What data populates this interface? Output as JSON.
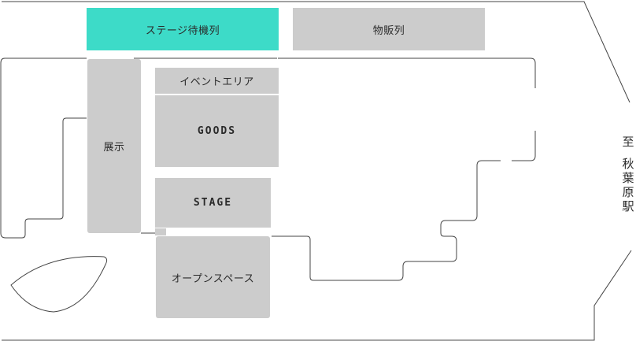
{
  "areas": {
    "queue_stage": "ステージ待機列",
    "queue_merch": "物販列",
    "exhibit": "展示",
    "event_area": "イベントエリア",
    "goods": "GOODS",
    "stage": "STAGE",
    "open_space": "オープンスペース"
  },
  "direction": {
    "to": "至",
    "station": [
      "秋",
      "葉",
      "原",
      "駅"
    ]
  },
  "colors": {
    "highlight": "#3ddbc8",
    "area": "#cccccc",
    "wall": "#333333"
  }
}
